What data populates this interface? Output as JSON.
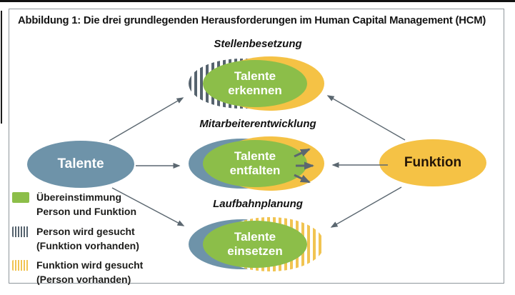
{
  "figure": {
    "title": "Abbildung 1: Die drei grundlegenden Herausforderungen im Human Capital Management (HCM)"
  },
  "nodes": {
    "talente": {
      "label": "Talente"
    },
    "funktion": {
      "label": "Funktion"
    }
  },
  "challenges": [
    {
      "heading": "Stellenbesetzung",
      "label_line1": "Talente",
      "label_line2": "erkennen",
      "left_style": "striped-blue",
      "right_style": "solid-yellow"
    },
    {
      "heading": "Mitarbeiterentwicklung",
      "label_line1": "Talente",
      "label_line2": "entfalten",
      "left_style": "solid-blue",
      "right_style": "solid-yellow"
    },
    {
      "heading": "Laufbahnplanung",
      "label_line1": "Talente",
      "label_line2": "einsetzen",
      "left_style": "solid-blue",
      "right_style": "striped-yellow"
    }
  ],
  "legend": [
    {
      "swatch": "solid-green",
      "line1": "Übereinstimmung",
      "line2": "Person und Funktion"
    },
    {
      "swatch": "striped-blue",
      "line1": "Person wird gesucht",
      "line2": "(Funktion vorhanden)"
    },
    {
      "swatch": "striped-yellow",
      "line1": "Funktion wird gesucht",
      "line2": "(Person vorhanden)"
    }
  ],
  "colors": {
    "match_green": "#8cbe49",
    "person_blue": "#6e93a9",
    "function_yellow": "#f5c245",
    "stripe_dark": "#56636e",
    "stripe_yellow": "#f1c452",
    "arrow_gray": "#5b6770"
  }
}
